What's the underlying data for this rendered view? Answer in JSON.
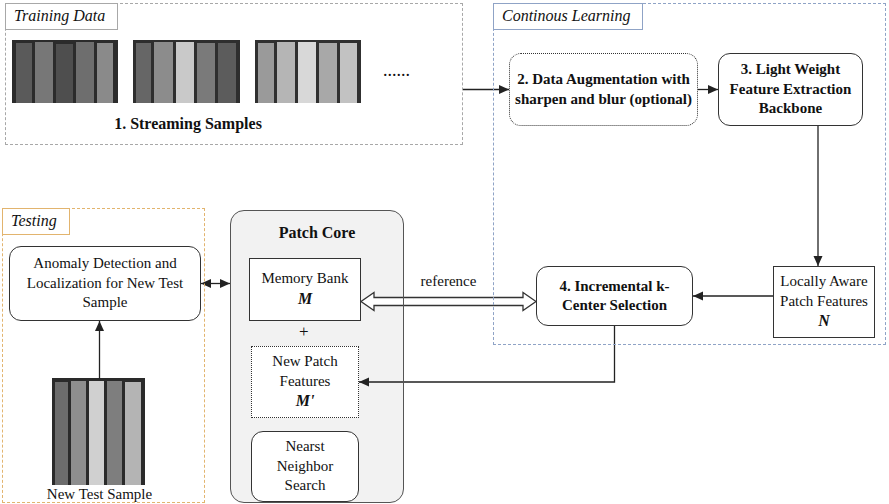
{
  "diagram": {
    "nodes": [
      {
        "text": [
          "Training Data",
          "1. Streaming Samples"
        ]
      },
      {
        "text": [
          "Continous Learning"
        ]
      },
      {
        "text": [
          "2. Data Augmentation with sharpen and blur (optional)"
        ],
        "in": 1
      },
      {
        "text": [
          "3. Light Weight Feature Extraction Backbone"
        ],
        "in": 1
      },
      {
        "text": [
          "Locally Aware Patch Features",
          "N"
        ],
        "in": 1
      },
      {
        "text": [
          "4. Incremental k-Center Selection"
        ],
        "in": 1
      },
      {
        "text": [
          "Testing"
        ]
      },
      {
        "text": [
          "Anomaly Detection and Localization for New Test Sample"
        ],
        "in": 6
      },
      {
        "text": [
          "New Test Sample"
        ],
        "in": 6
      },
      {
        "text": [
          "Patch Core"
        ]
      },
      {
        "text": [
          "Memory Bank",
          "M"
        ],
        "in": 9
      },
      {
        "text": [
          "New Patch Features",
          "M'"
        ],
        "in": 9
      },
      {
        "text": [
          "Nearst Neighbor Search"
        ],
        "in": 9
      }
    ],
    "edges": [
      {
        "from": 0,
        "to": 2,
        "arrow": "to"
      },
      {
        "from": 2,
        "to": 3,
        "arrow": "to"
      },
      {
        "from": 3,
        "to": 4,
        "arrow": "to"
      },
      {
        "from": 4,
        "to": 5,
        "arrow": "to"
      },
      {
        "from": 5,
        "to": 10,
        "arrow": "both",
        "label": "reference"
      },
      {
        "from": 5,
        "to": 11,
        "arrow": "to"
      },
      {
        "from": 8,
        "to": 7,
        "arrow": "to"
      },
      {
        "from": 7,
        "to": 9,
        "arrow": "both"
      }
    ],
    "labels": [
      "......",
      "+"
    ]
  }
}
